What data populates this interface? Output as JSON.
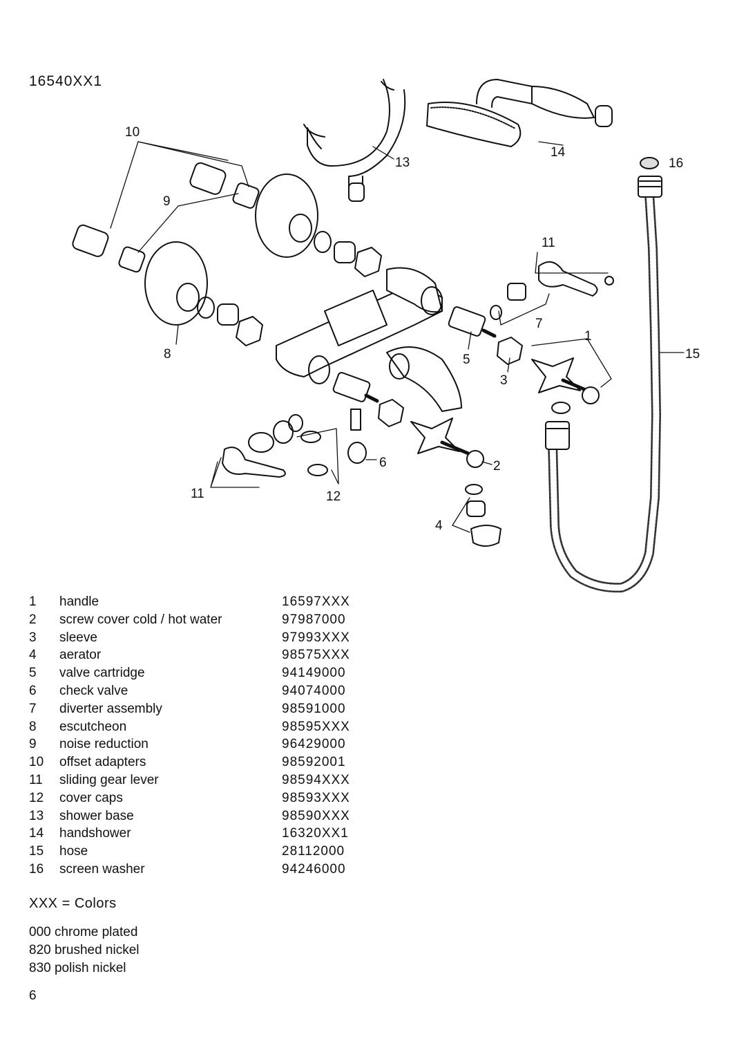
{
  "model": "16540XX1",
  "callouts": [
    "1",
    "2",
    "3",
    "4",
    "5",
    "6",
    "7",
    "8",
    "9",
    "10",
    "11",
    "12",
    "13",
    "14",
    "15",
    "16"
  ],
  "parts": [
    {
      "num": "1",
      "desc": "handle",
      "code": "16597XXX"
    },
    {
      "num": "2",
      "desc": "screw cover cold /  hot water",
      "code": "97987000"
    },
    {
      "num": "3",
      "desc": "sleeve",
      "code": "97993XXX"
    },
    {
      "num": "4",
      "desc": "aerator",
      "code": "98575XXX"
    },
    {
      "num": "5",
      "desc": "valve cartridge",
      "code": "94149000"
    },
    {
      "num": "6",
      "desc": "check valve",
      "code": "94074000"
    },
    {
      "num": "7",
      "desc": "diverter assembly",
      "code": "98591000"
    },
    {
      "num": "8",
      "desc": "escutcheon",
      "code": "98595XXX"
    },
    {
      "num": "9",
      "desc": "noise reduction",
      "code": "96429000"
    },
    {
      "num": "10",
      "desc": "offset adapters",
      "code": "98592001"
    },
    {
      "num": "11",
      "desc": "sliding gear lever",
      "code": "98594XXX"
    },
    {
      "num": "12",
      "desc": "cover caps",
      "code": "98593XXX"
    },
    {
      "num": "13",
      "desc": "shower base",
      "code": "98590XXX"
    },
    {
      "num": "14",
      "desc": "handshower",
      "code": "16320XX1"
    },
    {
      "num": "15",
      "desc": "hose",
      "code": "28112000"
    },
    {
      "num": "16",
      "desc": "screen washer",
      "code": "94246000"
    }
  ],
  "colors_title": "XXX = Colors",
  "colors": [
    {
      "code": "000",
      "name": "chrome plated"
    },
    {
      "code": "820",
      "name": "brushed nickel"
    },
    {
      "code": "830",
      "name": "polish nickel"
    }
  ],
  "page_number": "6"
}
